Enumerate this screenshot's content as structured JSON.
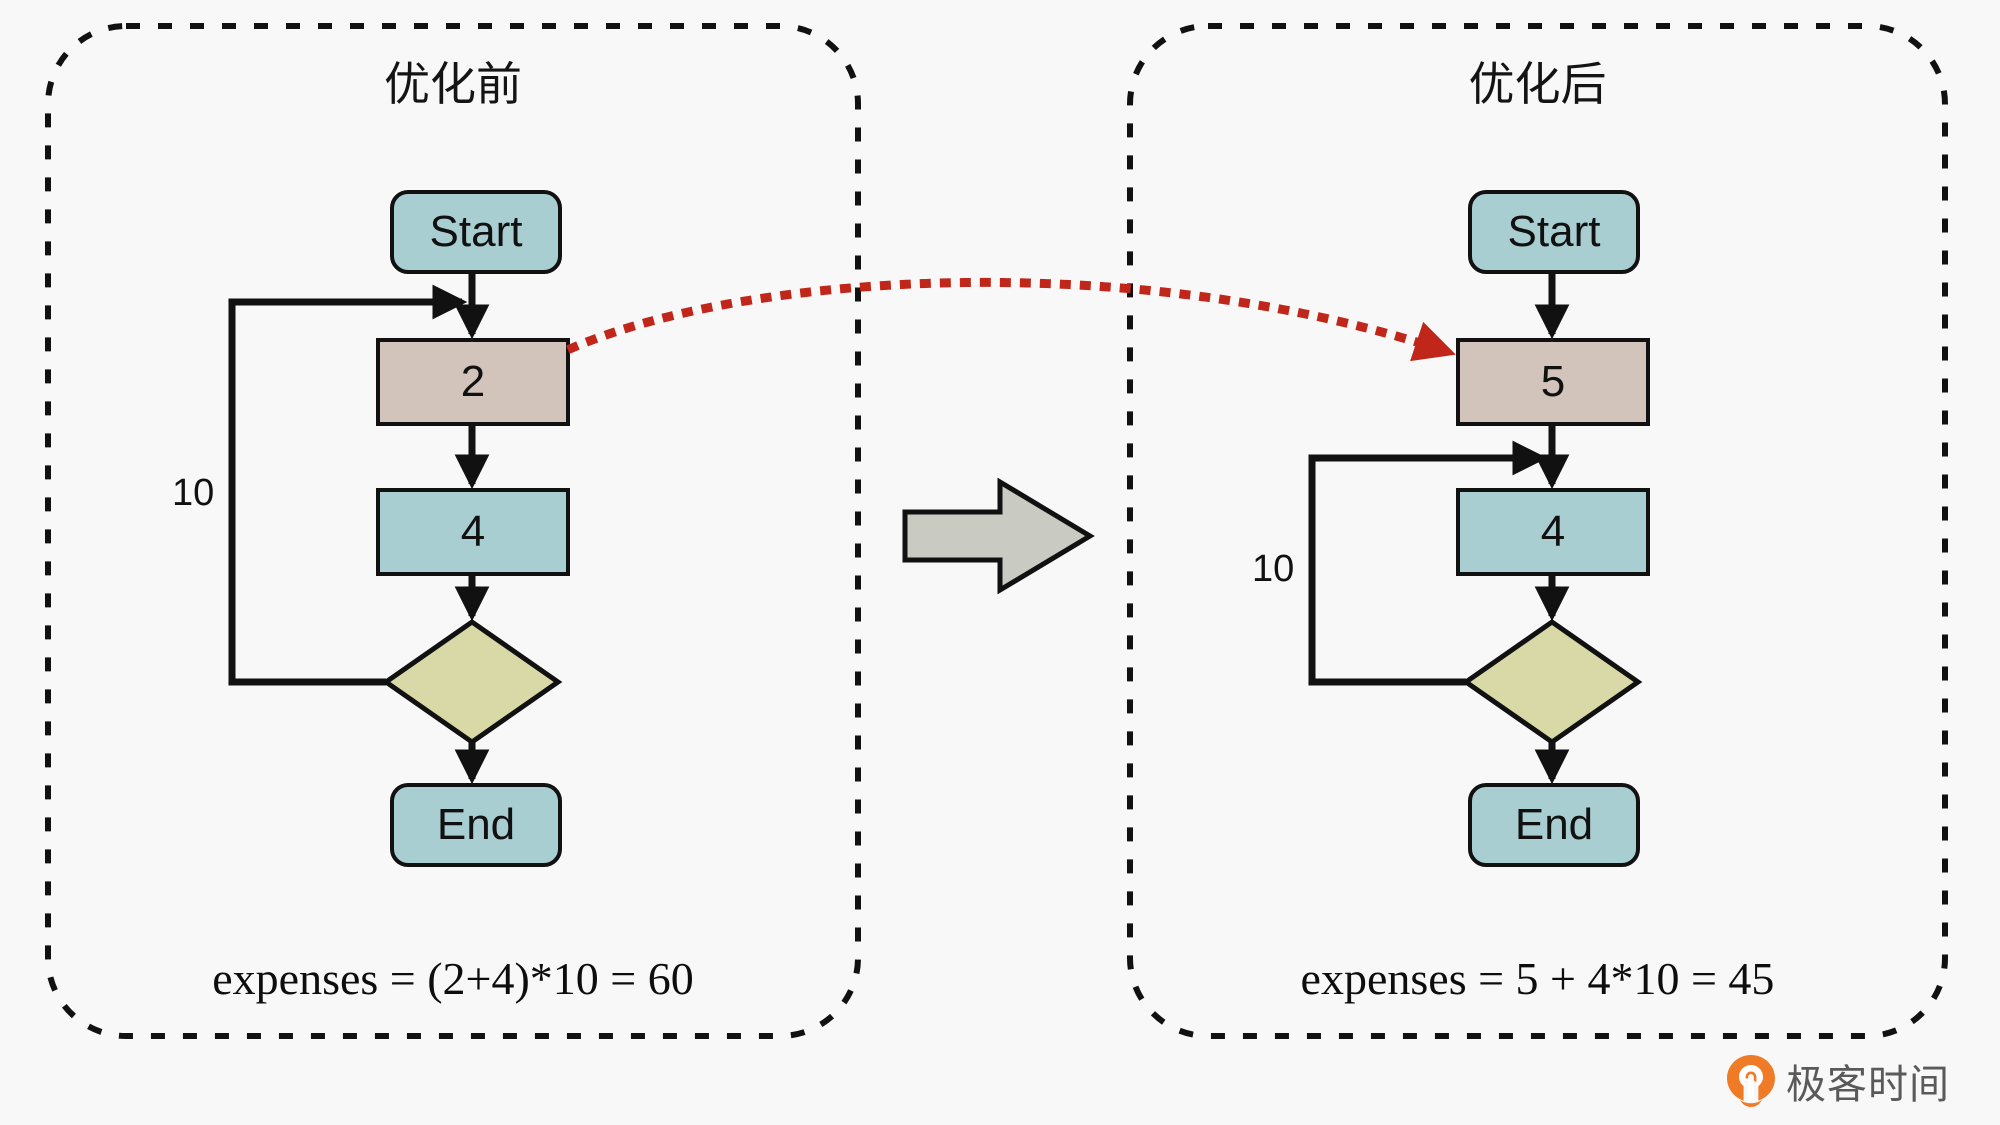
{
  "diagram": {
    "title_left": "优化前",
    "title_right": "优化后",
    "transition_arrow": "block-arrow-right"
  },
  "panels": [
    {
      "id": "before",
      "title": "优化前",
      "nodes": [
        {
          "id": "start",
          "label": "Start",
          "shape": "rounded-rect",
          "color": "#a8ced2"
        },
        {
          "id": "cost2",
          "label": "2",
          "shape": "rect",
          "color": "#d3c4bb"
        },
        {
          "id": "cost4",
          "label": "4",
          "shape": "rect",
          "color": "#a8ced2"
        },
        {
          "id": "decision",
          "label": "",
          "shape": "diamond",
          "color": "#d9d9a8"
        },
        {
          "id": "end",
          "label": "End",
          "shape": "rounded-rect",
          "color": "#a8ced2"
        }
      ],
      "loop_label": "10",
      "formula": "expenses = (2+4)*10 = 60"
    },
    {
      "id": "after",
      "title": "优化后",
      "nodes": [
        {
          "id": "start",
          "label": "Start",
          "shape": "rounded-rect",
          "color": "#a8ced2"
        },
        {
          "id": "cost5",
          "label": "5",
          "shape": "rect",
          "color": "#d3c4bb"
        },
        {
          "id": "cost4",
          "label": "4",
          "shape": "rect",
          "color": "#a8ced2"
        },
        {
          "id": "decision",
          "label": "",
          "shape": "diamond",
          "color": "#d9d9a8"
        },
        {
          "id": "end",
          "label": "End",
          "shape": "rounded-rect",
          "color": "#a8ced2"
        }
      ],
      "loop_label": "10",
      "formula": "expenses = 5 + 4*10 = 45"
    }
  ],
  "annotation": {
    "migration_arrow_color": "#c0271a",
    "migration_arrow_style": "dotted-curved"
  },
  "watermark": {
    "brand": "极客时间",
    "icon": "geektime-pin-icon",
    "icon_color": "#ef7b26"
  },
  "colors": {
    "background": "#f7f8f7",
    "stroke": "#111111",
    "terminal_fill": "#a8ced2",
    "highlight_fill": "#d3c4bb",
    "decision_fill": "#d9d9a8",
    "block_arrow_fill": "#c9cac1",
    "accent_red": "#c0271a"
  }
}
